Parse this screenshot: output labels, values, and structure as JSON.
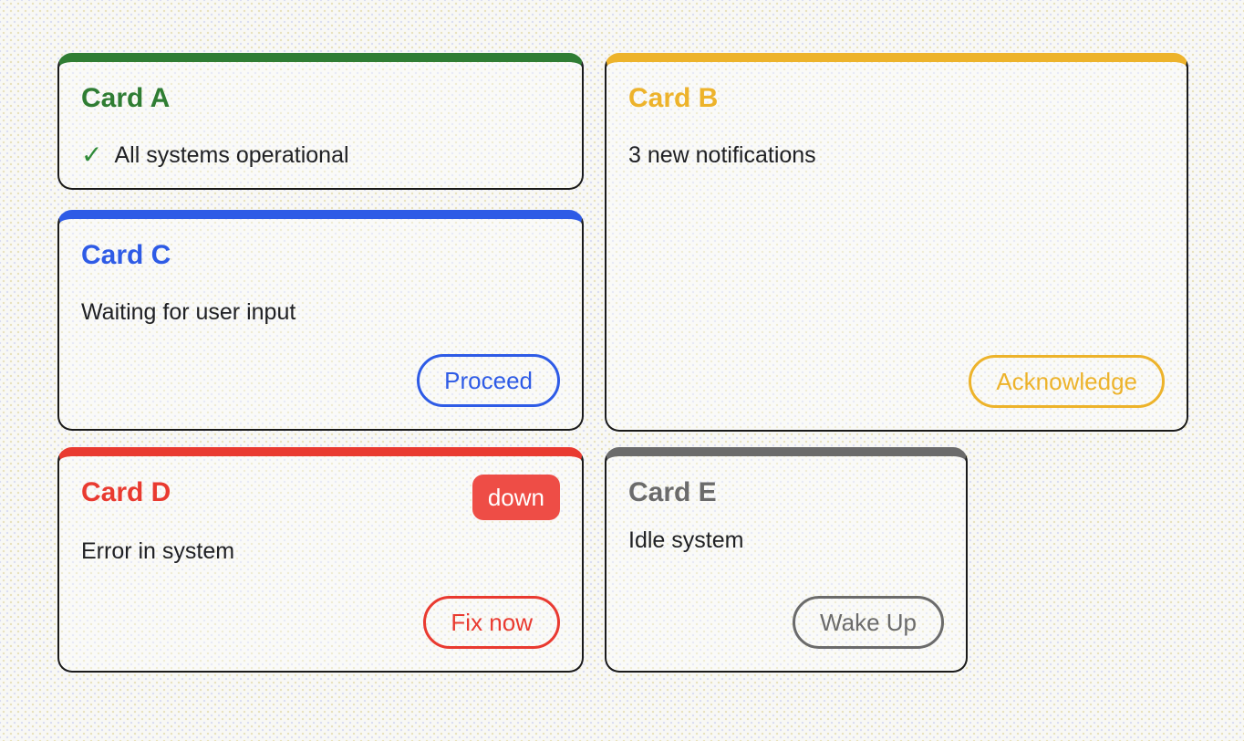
{
  "colors": {
    "page_background": "#f8f8f5",
    "card_border": "#1a1a1a",
    "body_text": "#202124",
    "green_accent": "#2f7d33",
    "yellow_accent": "#edb32b",
    "blue_accent": "#2e5be6",
    "red_accent": "#e93a30",
    "gray_accent": "#6b6b6b",
    "badge_background": "#ee4d46",
    "badge_text": "#ffffff"
  },
  "cards": [
    {
      "id": "A",
      "title": "Card A",
      "accent_color": "#2f7d33",
      "status_icon": "check-icon",
      "status_icon_glyph": "✓",
      "body": "All systems operational"
    },
    {
      "id": "B",
      "title": "Card B",
      "accent_color": "#edb32b",
      "body": "3 new notifications",
      "button_label": "Acknowledge"
    },
    {
      "id": "C",
      "title": "Card C",
      "accent_color": "#2e5be6",
      "body": "Waiting for user input",
      "button_label": "Proceed"
    },
    {
      "id": "D",
      "title": "Card D",
      "accent_color": "#e93a30",
      "badge_label": "down",
      "badge_background": "#ee4d46",
      "body": "Error in system",
      "button_label": "Fix now"
    },
    {
      "id": "E",
      "title": "Card E",
      "accent_color": "#6b6b6b",
      "body": "Idle system",
      "button_label": "Wake Up"
    }
  ]
}
